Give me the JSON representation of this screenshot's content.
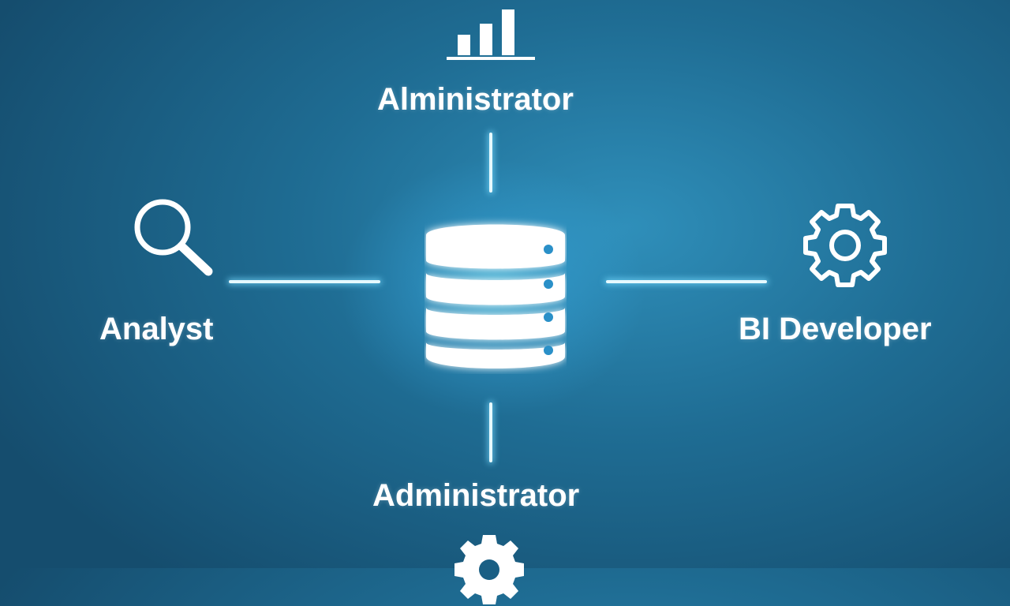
{
  "nodes": {
    "top": {
      "label": "Alministrator",
      "icon": "bar-chart-icon"
    },
    "left": {
      "label": "Analyst",
      "icon": "magnifier-icon"
    },
    "right": {
      "label": "BI Developer",
      "icon": "gear-icon"
    },
    "bottom": {
      "label": "Administrator",
      "icon": "gear-icon"
    }
  },
  "center": {
    "icon": "database-icon"
  },
  "colors": {
    "accent": "#e6f9ff",
    "glow": "#78dcff",
    "background": "#1f6d94"
  }
}
